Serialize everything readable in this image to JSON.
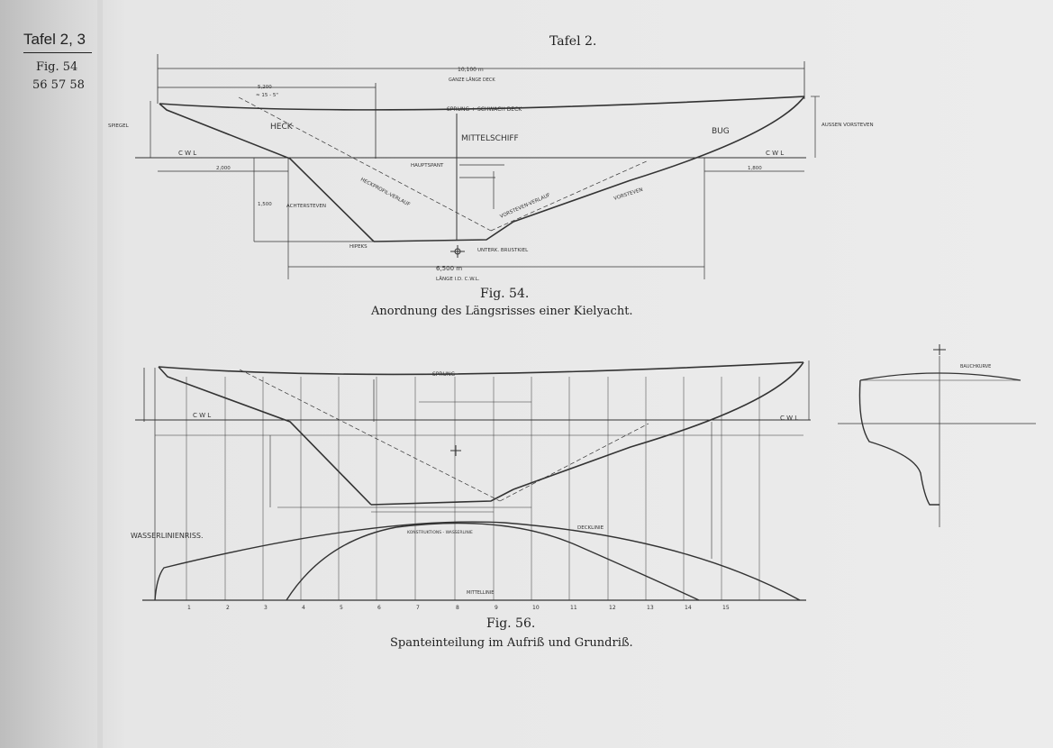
{
  "margin": {
    "tafel": "Tafel 2, 3",
    "fig_line1": "Fig. 54",
    "fig_line2": "56 57 58"
  },
  "plate_title": "Tafel 2.",
  "fig54": {
    "label": "Fig. 54.",
    "caption": "Anordnung des Längsrisses einer Kielyacht.",
    "annotations": {
      "heck": "HECK",
      "mittelschiff": "MITTELSCHIFF",
      "bug": "BUG",
      "cwl_left": "C W L",
      "cwl_right": "C W L",
      "sprung": "SPRUNG + SCHWACH DECK",
      "spiegel": "SPIEGEL",
      "aussensteven": "AUSSEN VORSTEVEN",
      "achtersteven": "ACHTERSTEVEN",
      "vorsteven": "VORSTEVEN",
      "hauptspant": "HAUPTSPANT",
      "hinterkiel": "HIPEKS",
      "unterk": "UNTERK. BRUSTKIEL",
      "heckverlauf": "HECKPROFIL-VERLAUF",
      "vorstevenverlauf": "VORSTEVEN-VERLAUF",
      "laenge_dim": "6,500 m",
      "laenge_label": "LÄNGE I.D. C.W.L.",
      "total_dim": "10,100 m",
      "total_label": "GANZE LÄNGE DECK",
      "mid_dim": "5,200",
      "mid_sub": "≈ 15 - 5\"",
      "left_dim": "2,000",
      "right_dim": "1,800",
      "depth_dim": "1,500"
    }
  },
  "fig56": {
    "label": "Fig. 56.",
    "caption": "Spanteinteilung im Aufriß und Grundriß.",
    "annotations": {
      "sprung": "SPRUNG",
      "cwl_left": "C W L",
      "cwl_right": "C W L",
      "wasserlinienriss": "WASSERLINIENRISS.",
      "decklinie": "DECKLINIE",
      "konstruktion_wl": "KONSTRUKTIONS - WASSERLINIE",
      "mittellinie": "MITTELLINIE",
      "bauchkurve": "BAUCHKURVE",
      "station_labels": [
        "1",
        "2",
        "3",
        "4",
        "5",
        "6",
        "7",
        "8",
        "9",
        "10",
        "11",
        "12",
        "13",
        "14",
        "15"
      ]
    }
  }
}
